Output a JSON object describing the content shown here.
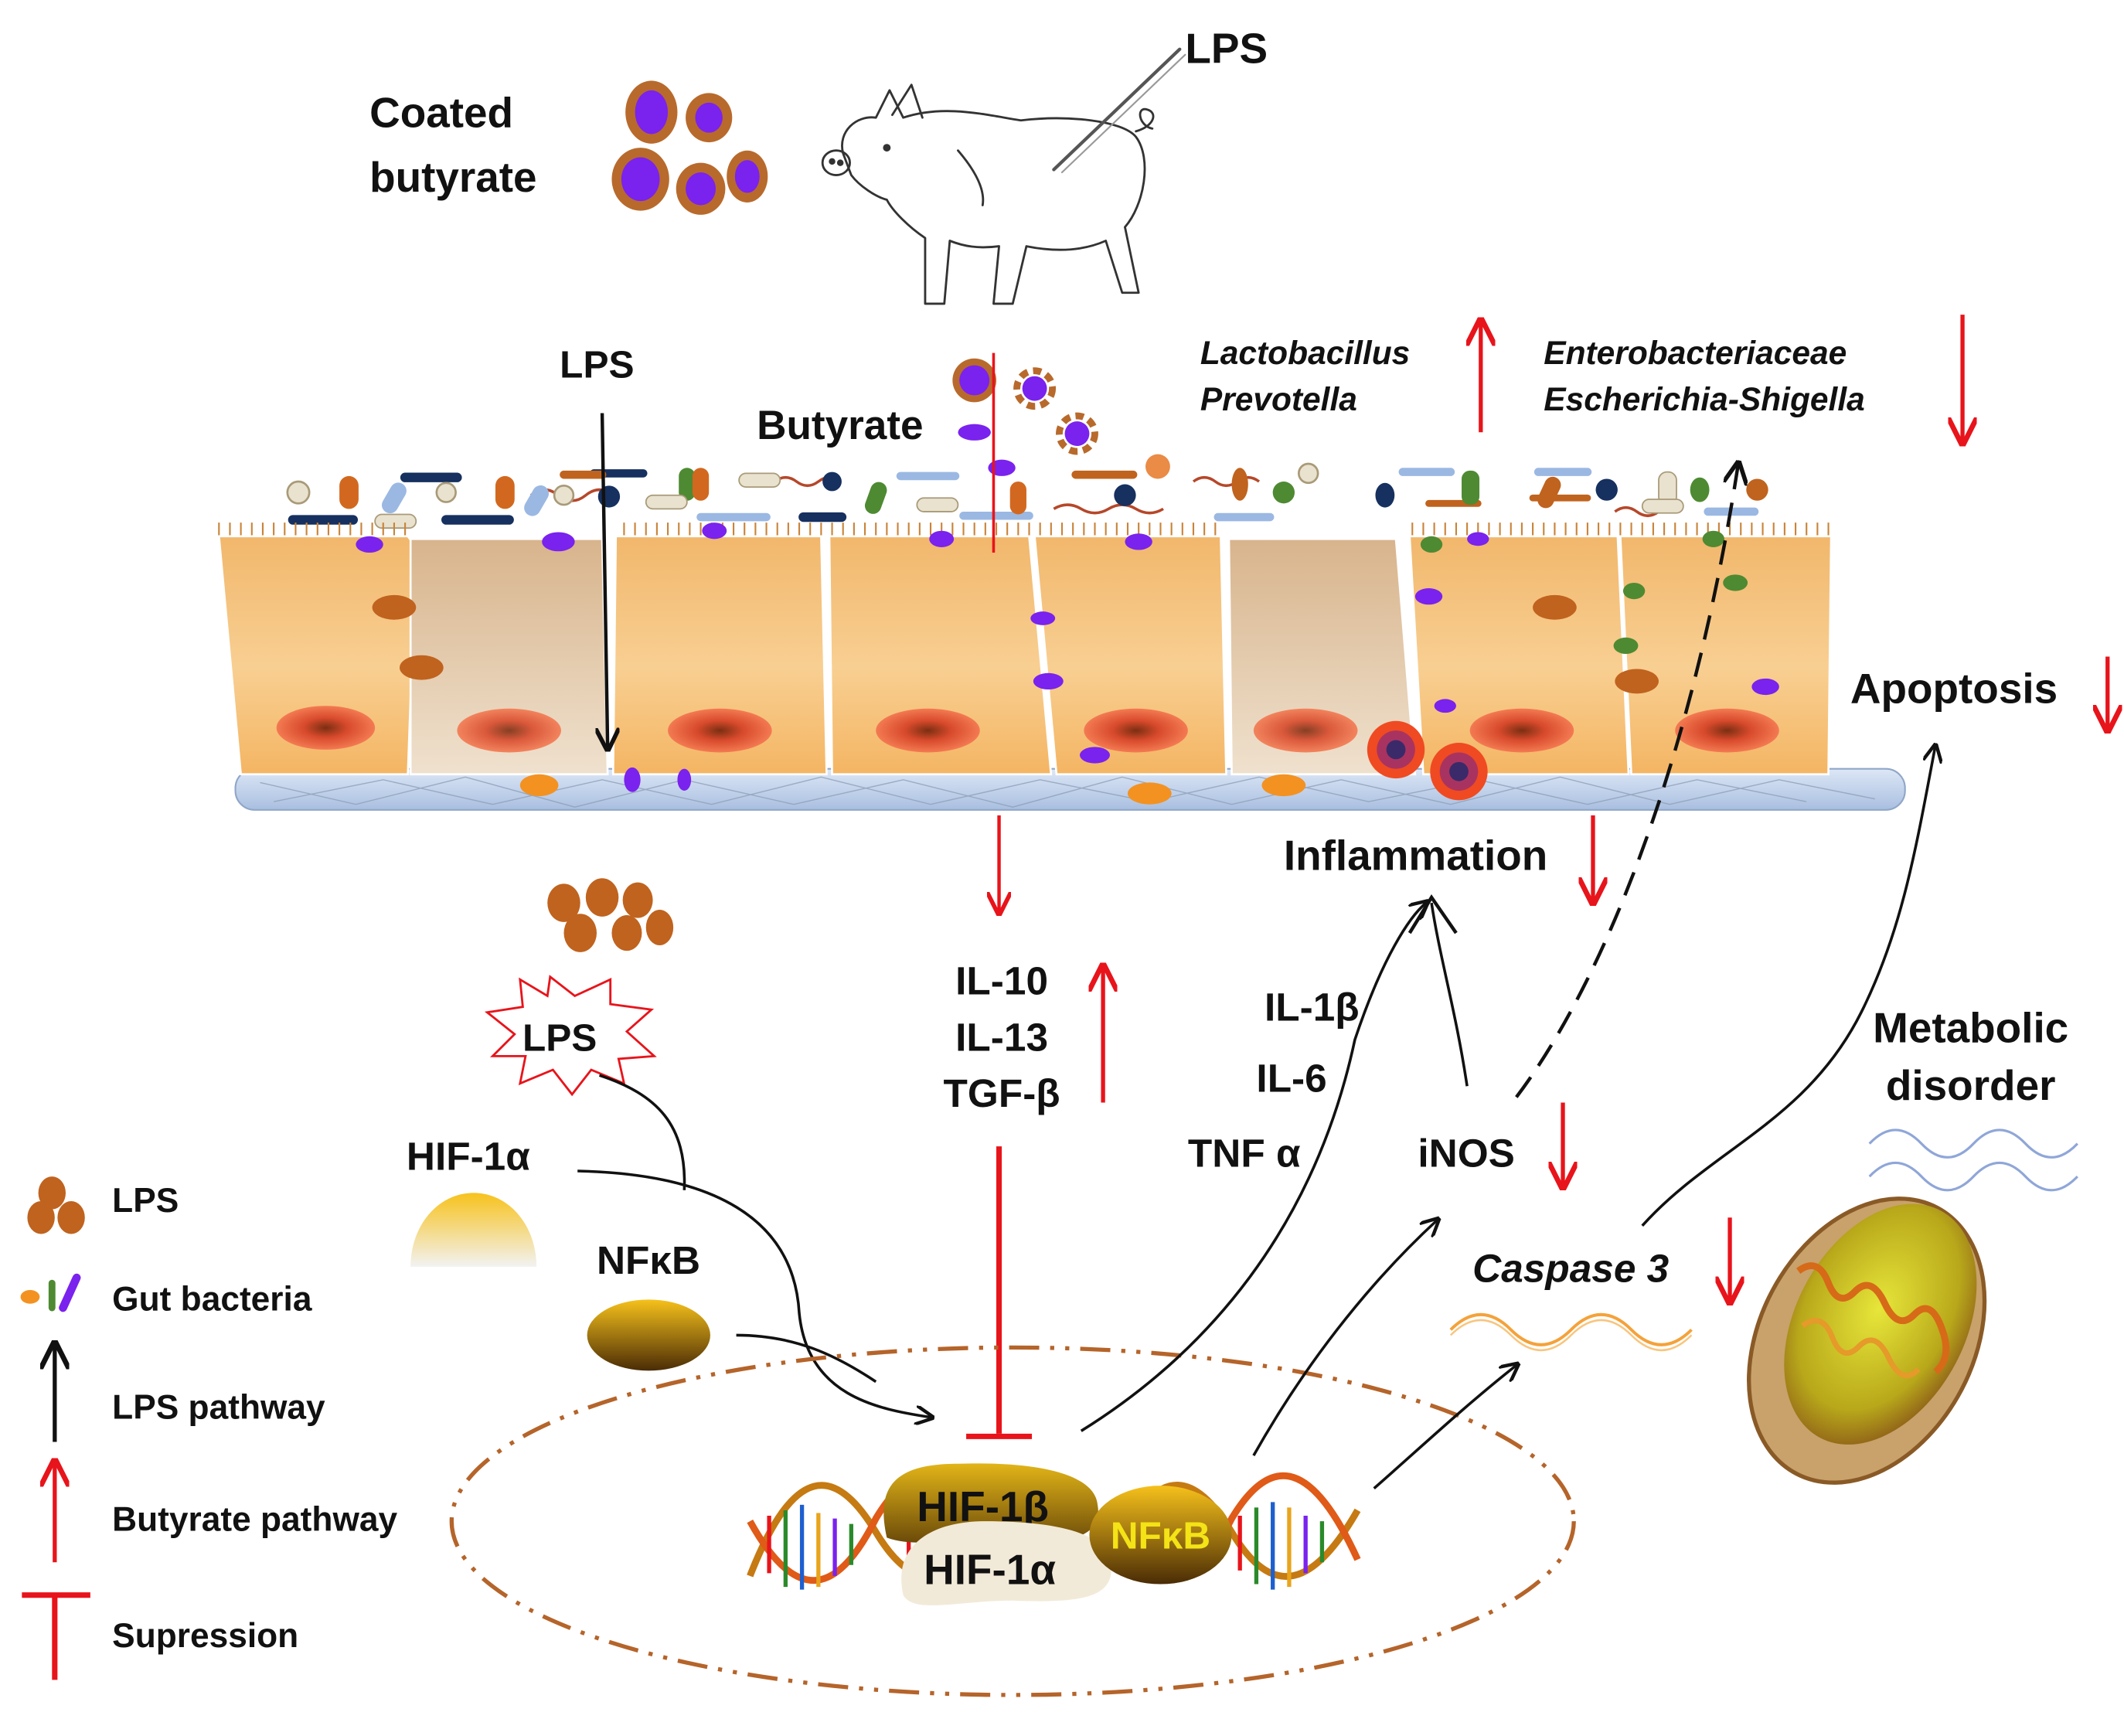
{
  "top": {
    "coated_butyrate_line1": "Coated",
    "coated_butyrate_line2": "butyrate",
    "lps_injection": "LPS"
  },
  "epithelium": {
    "lps_label": "LPS",
    "butyrate_label": "Butyrate"
  },
  "microbiota": {
    "increased_line1": "Lactobacillus",
    "increased_line2": "Prevotella",
    "decreased_line1": "Enterobacteriaceae",
    "decreased_line2": "Escherichia-Shigella"
  },
  "outcomes": {
    "apoptosis": "Apoptosis",
    "inflammation": "Inflammation",
    "metabolic_line1": "Metabolic",
    "metabolic_line2": "disorder"
  },
  "cytokines_up": [
    "IL-10",
    "IL-13",
    "TGF-β"
  ],
  "cytokines_pro": [
    "IL-1β",
    "IL-6",
    "TNF α"
  ],
  "genes": {
    "inos": "iNOS",
    "caspase": "Caspase 3"
  },
  "signaling": {
    "lps_burst": "LPS",
    "hif1a": "HIF-1α",
    "nfkb": "NFκB"
  },
  "nucleus": {
    "hif1b": "HIF-1β",
    "hif1a": "HIF-1α",
    "nfkb": "NFκB"
  },
  "legend": [
    {
      "icon": "lps-cluster-icon",
      "label": "LPS"
    },
    {
      "icon": "gut-bacteria-icon",
      "label": "Gut bacteria"
    },
    {
      "icon": "black-arrow-icon",
      "label": "LPS pathway"
    },
    {
      "icon": "red-arrow-icon",
      "label": "Butyrate pathway"
    },
    {
      "icon": "red-tbar-icon",
      "label": "Supression"
    }
  ],
  "colors": {
    "butyrate_pathway": "#e8141b",
    "lps_pathway": "#111111",
    "lps_particle": "#c0631e",
    "butyrate_core": "#7a22ee",
    "cell": "#f6c27d",
    "nucleus_outline": "#b5642a"
  }
}
